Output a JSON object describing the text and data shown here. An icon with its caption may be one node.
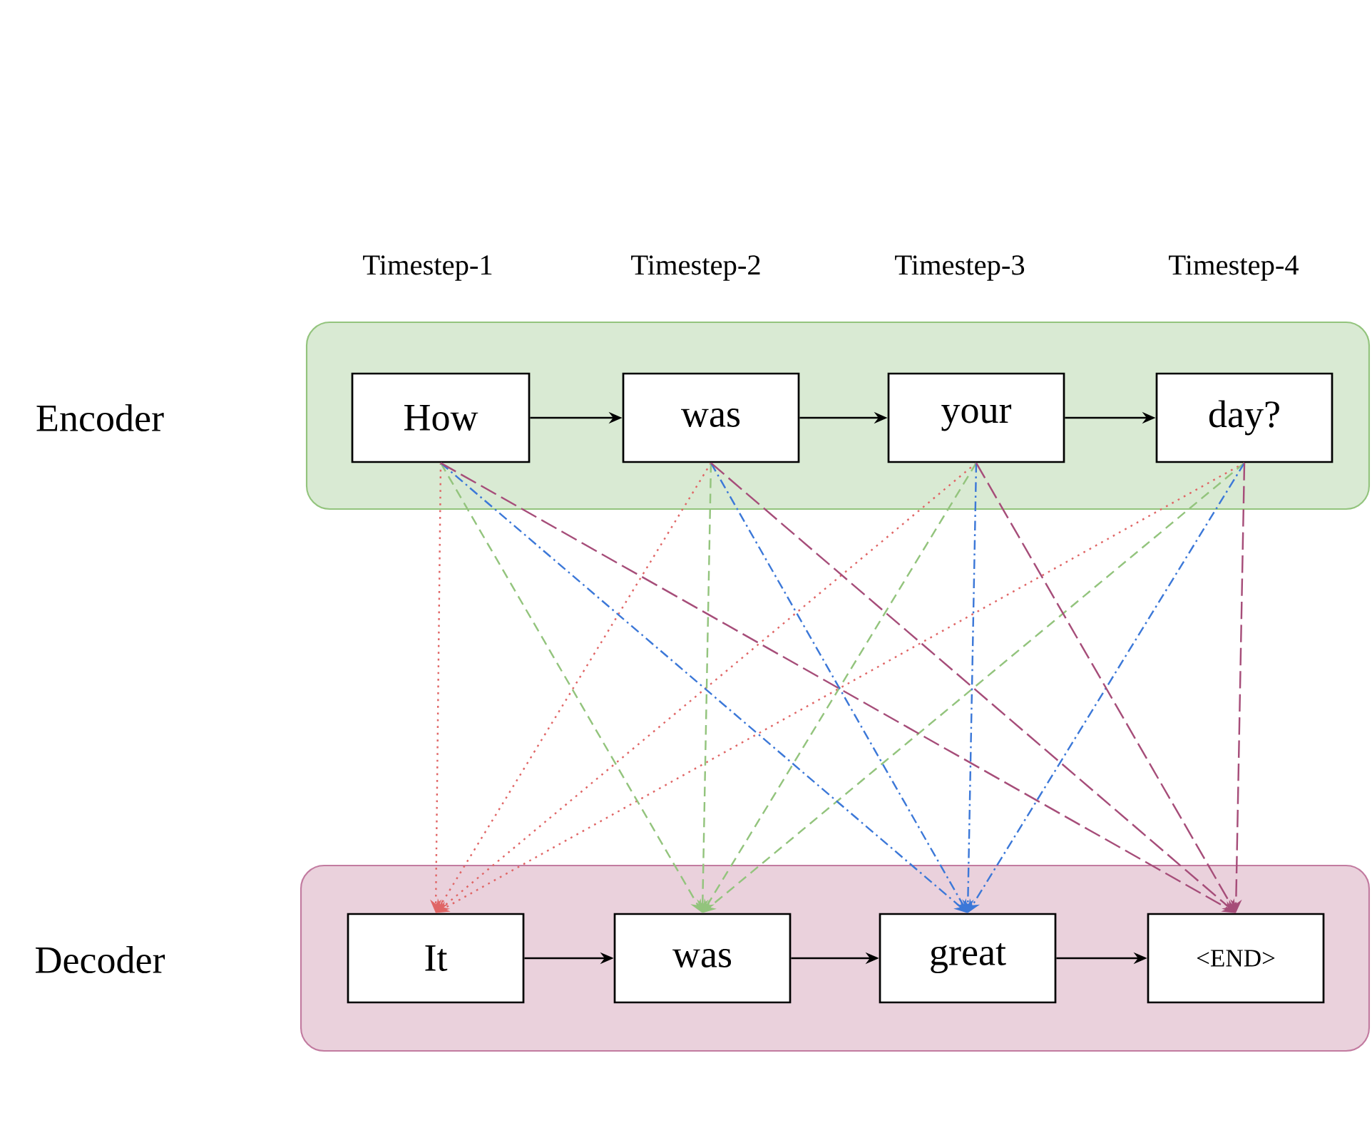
{
  "diagram": {
    "nodes": [
      {
        "text": [
          "Encoder"
        ]
      },
      {
        "text": [
          "How"
        ],
        "in": 0
      },
      {
        "text": [
          "was"
        ],
        "in": 0
      },
      {
        "text": [
          "your"
        ],
        "in": 0
      },
      {
        "text": [
          "day?"
        ],
        "in": 0
      },
      {
        "text": [
          "Decoder"
        ]
      },
      {
        "text": [
          "It"
        ],
        "in": 5
      },
      {
        "text": [
          "was"
        ],
        "in": 5
      },
      {
        "text": [
          "great"
        ],
        "in": 5
      },
      {
        "text": [
          "<END>"
        ],
        "in": 5
      }
    ],
    "edges": [
      {
        "from": 1,
        "to": 2,
        "arrow": "to"
      },
      {
        "from": 2,
        "to": 3,
        "arrow": "to"
      },
      {
        "from": 3,
        "to": 4,
        "arrow": "to"
      },
      {
        "from": 6,
        "to": 7,
        "arrow": "to"
      },
      {
        "from": 7,
        "to": 8,
        "arrow": "to"
      },
      {
        "from": 8,
        "to": 9,
        "arrow": "to"
      },
      {
        "from": 1,
        "to": 6,
        "arrow": "to",
        "style": "dashed",
        "color": "#e06666"
      },
      {
        "from": 2,
        "to": 6,
        "arrow": "to",
        "style": "dashed",
        "color": "#e06666"
      },
      {
        "from": 3,
        "to": 6,
        "arrow": "to",
        "style": "dashed",
        "color": "#e06666"
      },
      {
        "from": 4,
        "to": 6,
        "arrow": "to",
        "style": "dashed",
        "color": "#e06666"
      },
      {
        "from": 1,
        "to": 7,
        "arrow": "to",
        "style": "dashed",
        "color": "#93c47d"
      },
      {
        "from": 2,
        "to": 7,
        "arrow": "to",
        "style": "dashed",
        "color": "#93c47d"
      },
      {
        "from": 3,
        "to": 7,
        "arrow": "to",
        "style": "dashed",
        "color": "#93c47d"
      },
      {
        "from": 4,
        "to": 7,
        "arrow": "to",
        "style": "dashed",
        "color": "#93c47d"
      },
      {
        "from": 1,
        "to": 8,
        "arrow": "to",
        "style": "dashed",
        "color": "#3c78d8"
      },
      {
        "from": 2,
        "to": 8,
        "arrow": "to",
        "style": "dashed",
        "color": "#3c78d8"
      },
      {
        "from": 3,
        "to": 8,
        "arrow": "to",
        "style": "dashed",
        "color": "#3c78d8"
      },
      {
        "from": 4,
        "to": 8,
        "arrow": "to",
        "style": "dashed",
        "color": "#3c78d8"
      },
      {
        "from": 1,
        "to": 9,
        "arrow": "to",
        "style": "dashed",
        "color": "#a64d79"
      },
      {
        "from": 2,
        "to": 9,
        "arrow": "to",
        "style": "dashed",
        "color": "#a64d79"
      },
      {
        "from": 3,
        "to": 9,
        "arrow": "to",
        "style": "dashed",
        "color": "#a64d79"
      },
      {
        "from": 4,
        "to": 9,
        "arrow": "to",
        "style": "dashed",
        "color": "#a64d79"
      }
    ],
    "labels": [
      "Timestep-1",
      "Timestep-2",
      "Timestep-3",
      "Timestep-4"
    ]
  }
}
